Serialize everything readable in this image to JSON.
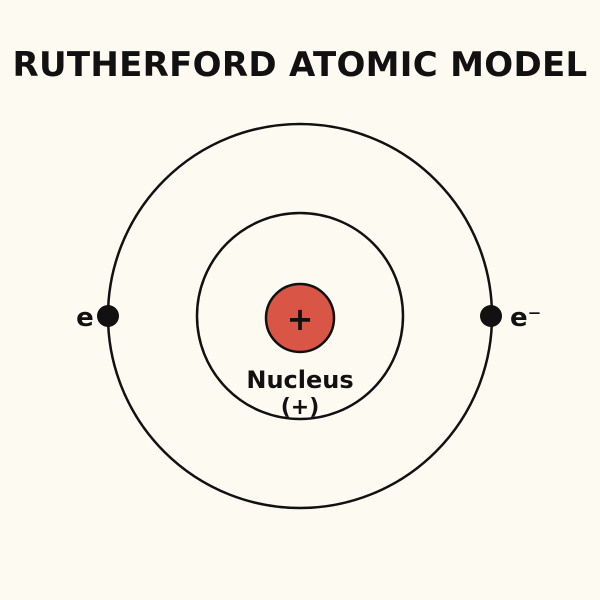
{
  "title": "RUTHERFORD ATOMIC MODEL",
  "nucleus": {
    "symbol": "+",
    "label": "Nucleus",
    "charge": "(+)"
  },
  "electrons": {
    "left_label": "e",
    "right_label": "e⁻"
  },
  "colors": {
    "background": "#fdfaf2",
    "ink": "#111111",
    "nucleus_fill": "#d95545"
  }
}
